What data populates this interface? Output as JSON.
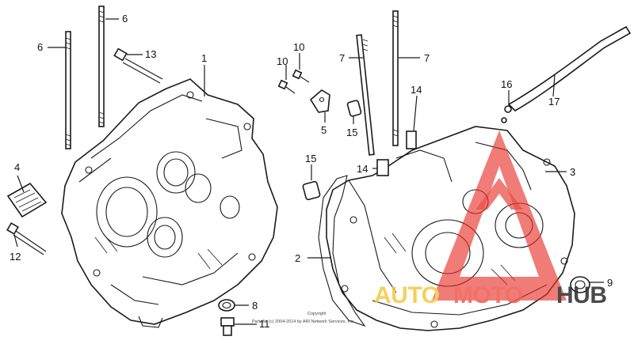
{
  "callouts": {
    "c1": "1",
    "c2": "2",
    "c3": "3",
    "c4": "4",
    "c5": "5",
    "c6a": "6",
    "c6b": "6",
    "c7a": "7",
    "c7b": "7",
    "c8": "8",
    "c9": "9",
    "c10a": "10",
    "c10b": "10",
    "c11": "11",
    "c12": "12",
    "c13": "13",
    "c14a": "14",
    "c14b": "14",
    "c15a": "15",
    "c15b": "15",
    "c16": "16",
    "c17": "17"
  },
  "copyright": {
    "line1": "Copyright",
    "line2": "Partzilla (c) 2004-2014 by ARI Network Services, Inc."
  },
  "watermark": {
    "auto": "AUTO",
    "moto": "MOTO",
    "hub": "HUB",
    "colors": {
      "auto": "#f5c842",
      "moto": "#ef5a4a",
      "hub": "#2b2b2b",
      "triangle": "#e8332a"
    }
  }
}
